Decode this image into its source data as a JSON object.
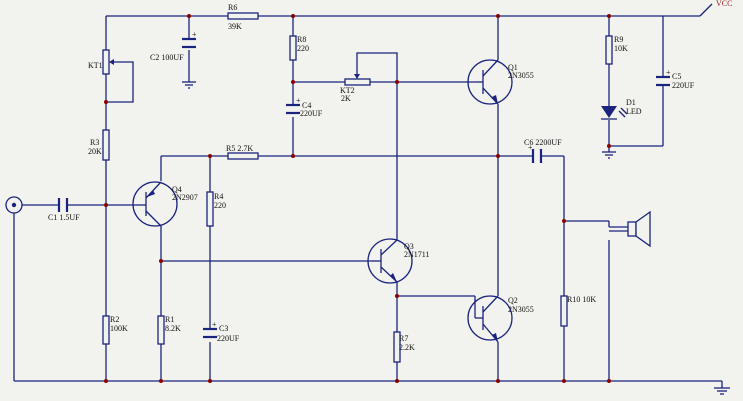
{
  "colors": {
    "wire": "#1a237e",
    "junction": "#8b0000",
    "background": "#f2f2ee",
    "vcc_label": "#9b1c1c"
  },
  "supply": {
    "vcc": "VCC"
  },
  "components": {
    "R6": {
      "ref": "R6",
      "value": "39K"
    },
    "C2": {
      "ref": "C2",
      "value": "100UF",
      "label": "C2 100UF"
    },
    "KT1": {
      "ref": "KT1"
    },
    "R3": {
      "ref": "R3",
      "value": "20K"
    },
    "R8": {
      "ref": "R8",
      "value": "220"
    },
    "KT2": {
      "ref": "KT2",
      "value": "2K"
    },
    "C4": {
      "ref": "C4",
      "value": "220UF"
    },
    "Q1": {
      "ref": "Q1",
      "part": "2N3055"
    },
    "R9": {
      "ref": "R9",
      "value": "10K"
    },
    "C5": {
      "ref": "C5",
      "value": "220UF"
    },
    "D1": {
      "ref": "D1",
      "part": "LED"
    },
    "R5": {
      "ref": "R5",
      "value": "2.7K",
      "label": "R5 2.7K"
    },
    "C6": {
      "ref": "C6",
      "value": "2200UF",
      "label": "C6 2200UF"
    },
    "C1": {
      "ref": "C1",
      "value": "1.5UF",
      "label": "C1 1.5UF"
    },
    "Q4": {
      "ref": "Q4",
      "part": "2N2907"
    },
    "R4": {
      "ref": "R4",
      "value": "220"
    },
    "Q3": {
      "ref": "Q3",
      "part": "2N1711"
    },
    "Q2": {
      "ref": "Q2",
      "part": "2N3055"
    },
    "R10": {
      "ref": "R10",
      "value": "10K",
      "label": "R10 10K"
    },
    "R2": {
      "ref": "R2",
      "value": "100K"
    },
    "R1": {
      "ref": "R1",
      "value": "8.2K"
    },
    "C3": {
      "ref": "C3",
      "value": "220UF"
    },
    "R7": {
      "ref": "R7",
      "value": "2.2K"
    }
  }
}
